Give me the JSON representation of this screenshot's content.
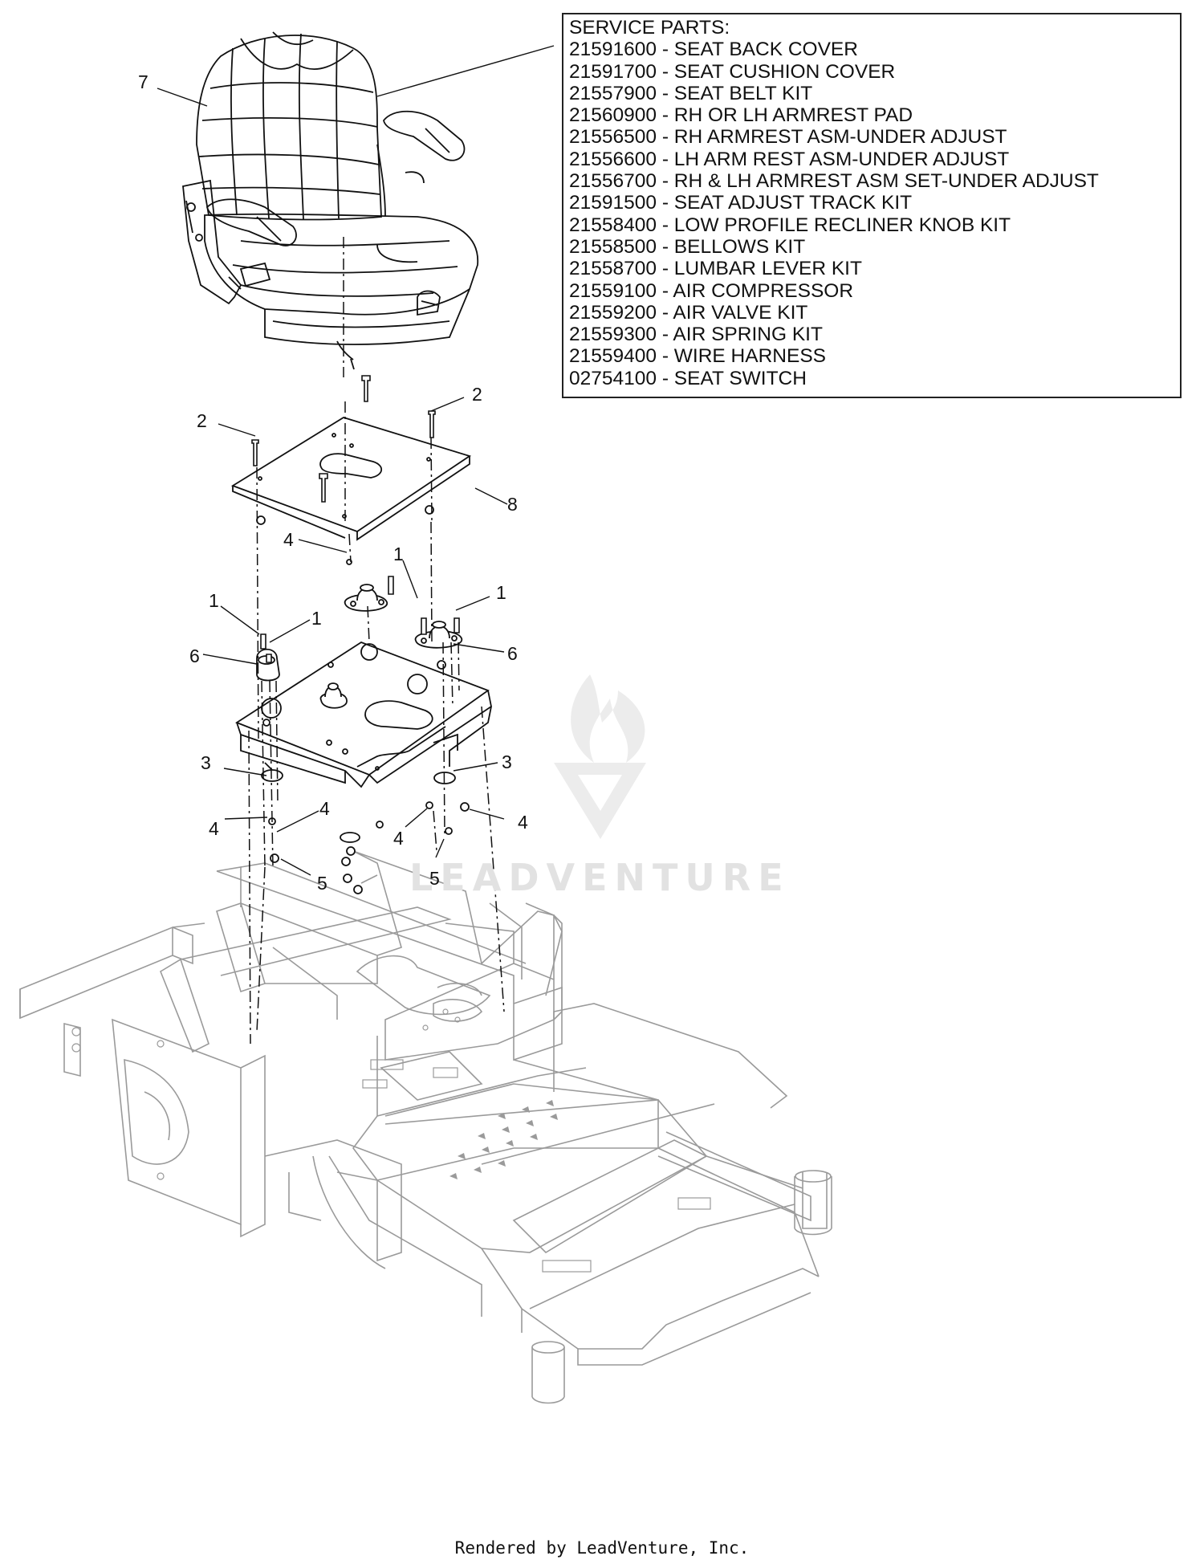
{
  "service_parts": {
    "title": "SERVICE PARTS:",
    "items": [
      "21591600 - SEAT BACK COVER",
      "21591700 - SEAT CUSHION COVER",
      "21557900 - SEAT BELT KIT",
      "21560900 - RH OR LH ARMREST PAD",
      "21556500 - RH ARMREST ASM-UNDER ADJUST",
      "21556600 - LH ARM REST ASM-UNDER ADJUST",
      "21556700 - RH & LH ARMREST ASM SET-UNDER ADJUST",
      "21591500 - SEAT ADJUST TRACK KIT",
      "21558400 - LOW PROFILE RECLINER KNOB KIT",
      "21558500 - BELLOWS KIT",
      "21558700 - LUMBAR LEVER KIT",
      "21559100 - AIR COMPRESSOR",
      "21559200 - AIR VALVE KIT",
      "21559300 - AIR SPRING KIT",
      "21559400 - WIRE HARNESS",
      "02754100 - SEAT SWITCH"
    ]
  },
  "callouts": {
    "c7": "7",
    "c2_left": "2",
    "c2_right": "2",
    "c8": "8",
    "c4_top": "4",
    "c1_center": "1",
    "c1_left_a": "1",
    "c1_left_b": "1",
    "c1_right": "1",
    "c6_left": "6",
    "c6_right": "6",
    "c3_left": "3",
    "c3_right": "3",
    "c4_left": "4",
    "c4_mid": "4",
    "c4_center": "4",
    "c4_right": "4",
    "c5_left": "5",
    "c5_right": "5"
  },
  "watermark": "LEADVENTURE",
  "footer": "Rendered by LeadVenture, Inc."
}
